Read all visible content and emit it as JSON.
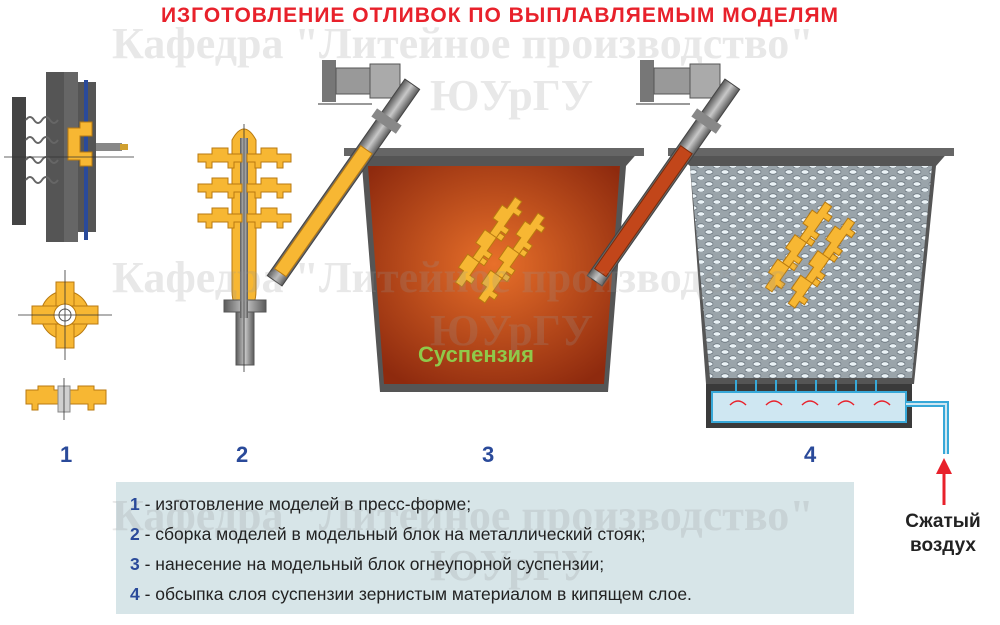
{
  "title": "ИЗГОТОВЛЕНИЕ ОТЛИВОК ПО ВЫПЛАВЛЯЕМЫМ МОДЕЛЯМ",
  "watermark": [
    "Кафедра \"Литейное производство\"",
    "ЮУрГУ"
  ],
  "step_numbers": [
    "1",
    "2",
    "3",
    "4"
  ],
  "suspension_label": "Суспензия",
  "air_label": [
    "Сжатый",
    "воздух"
  ],
  "legend": [
    {
      "num": "1",
      "text": " - изготовление моделей в пресс-форме;"
    },
    {
      "num": "2",
      "text": " - сборка моделей в модельный блок на металлический стояк;"
    },
    {
      "num": "3",
      "text": " - нанесение на модельный блок огнеупорной суспензии;"
    },
    {
      "num": "4",
      "text": " - обсыпка слоя суспензии зернистым материалом в кипящем слое."
    }
  ],
  "colors": {
    "title": "#e8212b",
    "numbers": "#2a4a9a",
    "wax_model": "#f7b733",
    "suspension": "#c2461a",
    "legend_bg": "#d7e5e8",
    "air_arrow": "#e8212b"
  }
}
